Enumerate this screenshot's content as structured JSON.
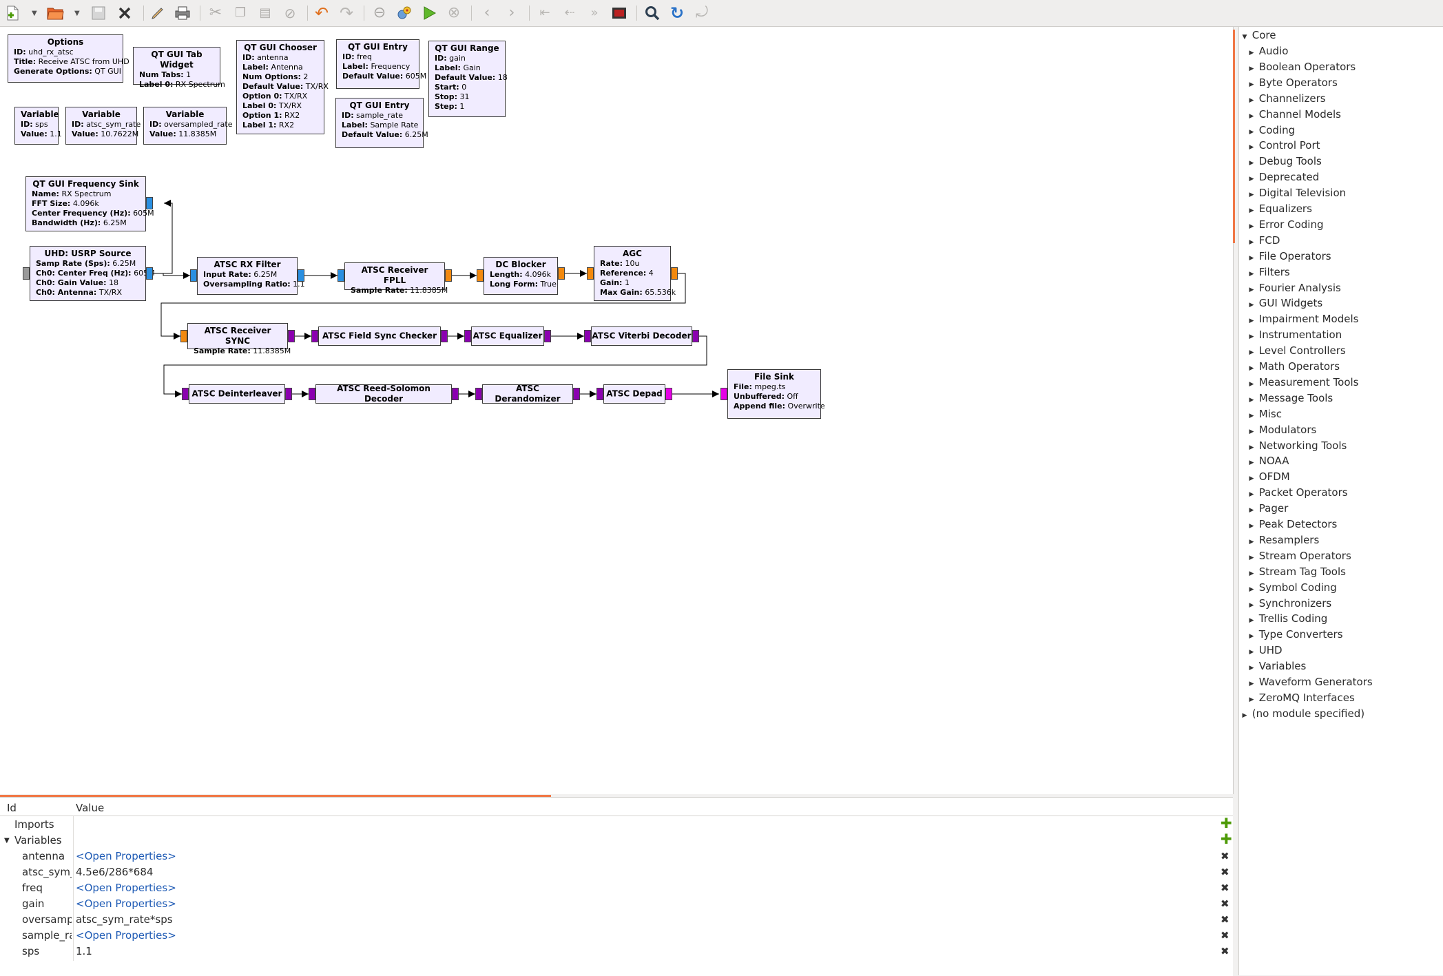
{
  "toolbar": {
    "icons": [
      "new-file-icon",
      "open-folder-icon",
      "save-icon",
      "close-icon",
      "edit-icon",
      "print-icon",
      "cut-icon",
      "copy-icon",
      "paste-icon",
      "delete-icon",
      "undo-icon",
      "redo-icon",
      "disable-icon",
      "generate-icon",
      "execute-icon",
      "kill-icon",
      "rotate-left-icon",
      "rotate-right-icon",
      "enable-icon",
      "bypass-icon",
      "disable-block-icon",
      "screenshot-icon",
      "find-icon",
      "reload-icon",
      "parse-icon"
    ]
  },
  "blocks": {
    "options": {
      "title": "Options",
      "p": [
        [
          "ID:",
          "uhd_rx_atsc"
        ],
        [
          "Title:",
          "Receive ATSC from UHD"
        ],
        [
          "Generate Options:",
          "QT GUI"
        ]
      ]
    },
    "tab_widget": {
      "title": "QT GUI Tab Widget",
      "p": [
        [
          "Num Tabs:",
          "1"
        ],
        [
          "Label 0:",
          "RX Spectrum"
        ]
      ]
    },
    "chooser": {
      "title": "QT GUI Chooser",
      "p": [
        [
          "ID:",
          "antenna"
        ],
        [
          "Label:",
          "Antenna"
        ],
        [
          "Num Options:",
          "2"
        ],
        [
          "Default Value:",
          "TX/RX"
        ],
        [
          "Option 0:",
          "TX/RX"
        ],
        [
          "Label 0:",
          "TX/RX"
        ],
        [
          "Option 1:",
          "RX2"
        ],
        [
          "Label 1:",
          "RX2"
        ]
      ]
    },
    "entry_freq": {
      "title": "QT GUI Entry",
      "p": [
        [
          "ID:",
          "freq"
        ],
        [
          "Label:",
          "Frequency"
        ],
        [
          "Default Value:",
          "605M"
        ]
      ]
    },
    "entry_rate": {
      "title": "QT GUI Entry",
      "p": [
        [
          "ID:",
          "sample_rate"
        ],
        [
          "Label:",
          "Sample Rate"
        ],
        [
          "Default Value:",
          "6.25M"
        ]
      ]
    },
    "range": {
      "title": "QT GUI Range",
      "p": [
        [
          "ID:",
          "gain"
        ],
        [
          "Label:",
          "Gain"
        ],
        [
          "Default Value:",
          "18"
        ],
        [
          "Start:",
          "0"
        ],
        [
          "Stop:",
          "31"
        ],
        [
          "Step:",
          "1"
        ]
      ]
    },
    "var_sps": {
      "title": "Variable",
      "p": [
        [
          "ID:",
          "sps"
        ],
        [
          "Value:",
          "1.1"
        ]
      ]
    },
    "var_sym": {
      "title": "Variable",
      "p": [
        [
          "ID:",
          "atsc_sym_rate"
        ],
        [
          "Value:",
          "10.7622M"
        ]
      ]
    },
    "var_over": {
      "title": "Variable",
      "p": [
        [
          "ID:",
          "oversampled_rate"
        ],
        [
          "Value:",
          "11.8385M"
        ]
      ]
    },
    "freq_sink": {
      "title": "QT GUI Frequency Sink",
      "p": [
        [
          "Name:",
          "RX Spectrum"
        ],
        [
          "FFT Size:",
          "4.096k"
        ],
        [
          "Center Frequency (Hz):",
          "605M"
        ],
        [
          "Bandwidth (Hz):",
          "6.25M"
        ]
      ]
    },
    "usrp": {
      "title": "UHD: USRP Source",
      "p": [
        [
          "Samp Rate (Sps):",
          "6.25M"
        ],
        [
          "Ch0: Center Freq (Hz):",
          "605M"
        ],
        [
          "Ch0: Gain Value:",
          "18"
        ],
        [
          "Ch0: Antenna:",
          "TX/RX"
        ]
      ]
    },
    "rx_filter": {
      "title": "ATSC RX Filter",
      "p": [
        [
          "Input Rate:",
          "6.25M"
        ],
        [
          "Oversampling Ratio:",
          "1.1"
        ]
      ]
    },
    "fpll": {
      "title": "ATSC Receiver FPLL",
      "p": [
        [
          "Sample Rate:",
          "11.8385M"
        ]
      ]
    },
    "dc_blocker": {
      "title": "DC Blocker",
      "p": [
        [
          "Length:",
          "4.096k"
        ],
        [
          "Long Form:",
          "True"
        ]
      ]
    },
    "agc": {
      "title": "AGC",
      "p": [
        [
          "Rate:",
          "10u"
        ],
        [
          "Reference:",
          "4"
        ],
        [
          "Gain:",
          "1"
        ],
        [
          "Max Gain:",
          "65.536k"
        ]
      ]
    },
    "sync": {
      "title": "ATSC Receiver SYNC",
      "p": [
        [
          "Sample Rate:",
          "11.8385M"
        ]
      ]
    },
    "field_sync": {
      "title": "ATSC Field Sync Checker",
      "p": []
    },
    "equalizer": {
      "title": "ATSC Equalizer",
      "p": []
    },
    "viterbi": {
      "title": "ATSC Viterbi Decoder",
      "p": []
    },
    "deinterleaver": {
      "title": "ATSC Deinterleaver",
      "p": []
    },
    "rs_decoder": {
      "title": "ATSC Reed-Solomon Decoder",
      "p": []
    },
    "derandomizer": {
      "title": "ATSC Derandomizer",
      "p": []
    },
    "depad": {
      "title": "ATSC Depad",
      "p": []
    },
    "file_sink": {
      "title": "File Sink",
      "p": [
        [
          "File:",
          "mpeg.ts"
        ],
        [
          "Unbuffered:",
          "Off"
        ],
        [
          "Append file:",
          "Overwrite"
        ]
      ]
    }
  },
  "library": {
    "root": "Core",
    "categories": [
      "Audio",
      "Boolean Operators",
      "Byte Operators",
      "Channelizers",
      "Channel Models",
      "Coding",
      "Control Port",
      "Debug Tools",
      "Deprecated",
      "Digital Television",
      "Equalizers",
      "Error Coding",
      "FCD",
      "File Operators",
      "Filters",
      "Fourier Analysis",
      "GUI Widgets",
      "Impairment Models",
      "Instrumentation",
      "Level Controllers",
      "Math Operators",
      "Measurement Tools",
      "Message Tools",
      "Misc",
      "Modulators",
      "Networking Tools",
      "NOAA",
      "OFDM",
      "Packet Operators",
      "Pager",
      "Peak Detectors",
      "Resamplers",
      "Stream Operators",
      "Stream Tag Tools",
      "Symbol Coding",
      "Synchronizers",
      "Trellis Coding",
      "Type Converters",
      "UHD",
      "Variables",
      "Waveform Generators",
      "ZeroMQ Interfaces"
    ],
    "other": "(no module specified)"
  },
  "variables_panel": {
    "col_id": "Id",
    "col_value": "Value",
    "imports_label": "Imports",
    "variables_label": "Variables",
    "rows": [
      {
        "id": "antenna",
        "value": "<Open Properties>",
        "link": true
      },
      {
        "id": "atsc_sym_rate",
        "value": "4.5e6/286*684",
        "link": false
      },
      {
        "id": "freq",
        "value": "<Open Properties>",
        "link": true
      },
      {
        "id": "gain",
        "value": "<Open Properties>",
        "link": true
      },
      {
        "id": "oversampled_rate",
        "value": "atsc_sym_rate*sps",
        "link": false
      },
      {
        "id": "sample_rate",
        "value": "<Open Properties>",
        "link": true
      },
      {
        "id": "sps",
        "value": "1.1",
        "link": false
      }
    ]
  }
}
